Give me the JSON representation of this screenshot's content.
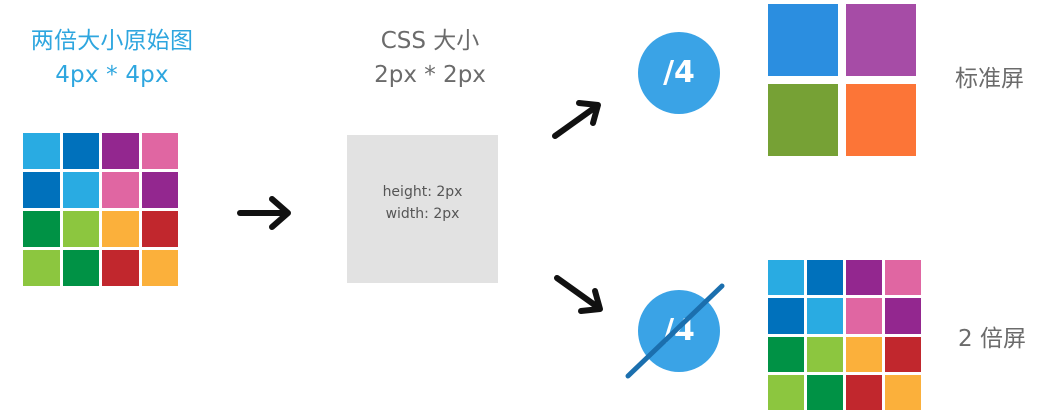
{
  "left_panel": {
    "title_line1": "两倍大小原始图",
    "title_line2": "4px * 4px",
    "title_color": "#2ea6df"
  },
  "middle_panel": {
    "title_line1": "CSS 大小",
    "title_line2": "2px * 2px",
    "box_line1": "height: 2px",
    "box_line2": "width: 2px"
  },
  "top_branch": {
    "divider_text": "/4",
    "label": "标准屏"
  },
  "bottom_branch": {
    "divider_text": "/4",
    "divider_struck_out": true,
    "label": "2 倍屏"
  },
  "palette_4x4": [
    "#29abe2",
    "#0071bc",
    "#93278f",
    "#e066a2",
    "#0071bc",
    "#29abe2",
    "#e066a2",
    "#93278f",
    "#009245",
    "#8cc63f",
    "#fbb03b",
    "#c1272d",
    "#8cc63f",
    "#009245",
    "#c1272d",
    "#fbb03b"
  ],
  "palette_2x2": [
    "#2b8ee0",
    "#a64ca6",
    "#76a135",
    "#fc7537"
  ],
  "colors": {
    "circle": "#3aa3e6",
    "strike_line": "#1b6fae",
    "arrow": "#111111",
    "css_box": "#e2e2e2"
  },
  "icons": {
    "arrow_right": "arrow-right-icon",
    "arrow_up_right": "arrow-up-right-icon",
    "arrow_down_right": "arrow-down-right-icon"
  }
}
